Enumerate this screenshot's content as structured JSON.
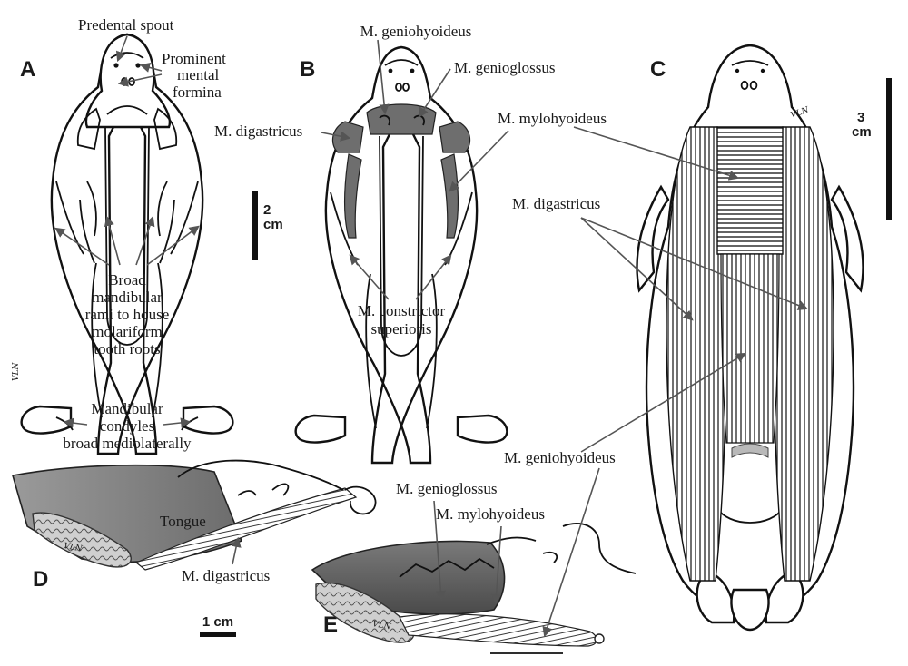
{
  "panels": {
    "a": "A",
    "b": "B",
    "c": "C",
    "d": "D",
    "e": "E"
  },
  "labels": {
    "predental_spout": "Predental spout",
    "prominent_1": "Prominent",
    "prominent_2": "mental",
    "prominent_3": "formina",
    "broad_1": "Broad",
    "broad_2": "mandibular",
    "broad_3": "rami to house",
    "broad_4": "molariform",
    "broad_5": "tooth roots",
    "condyles_1": "Mandibular",
    "condyles_2": "condyles",
    "condyles_3": "broad mediolaterally",
    "b_geniohyoideus": "M. geniohyoideus",
    "b_genioglossus": "M. genioglossus",
    "b_digastricus": "M. digastricus",
    "b_mylohyoideus": "M. mylohyoideus",
    "b_constrictor_1": "M. constrictor",
    "b_constrictor_2": "superioris",
    "c_digastricus": "M. digastricus",
    "c_geniohyoideus": "M. geniohyoideus",
    "d_tongue": "Tongue",
    "d_digastricus": "M. digastricus",
    "e_genioglossus": "M. genioglossus",
    "e_mylohyoideus": "M. mylohyoideus"
  },
  "scale_bars": {
    "a_num": "2",
    "a_unit": "cm",
    "c_num": "3",
    "c_unit": "cm",
    "de": "1 cm"
  },
  "signature": "VLN",
  "colors": {
    "muscle_dark": "#6e6e6e",
    "tongue": "#8a8a8a",
    "outline": "#111111",
    "arrow": "#555555"
  }
}
